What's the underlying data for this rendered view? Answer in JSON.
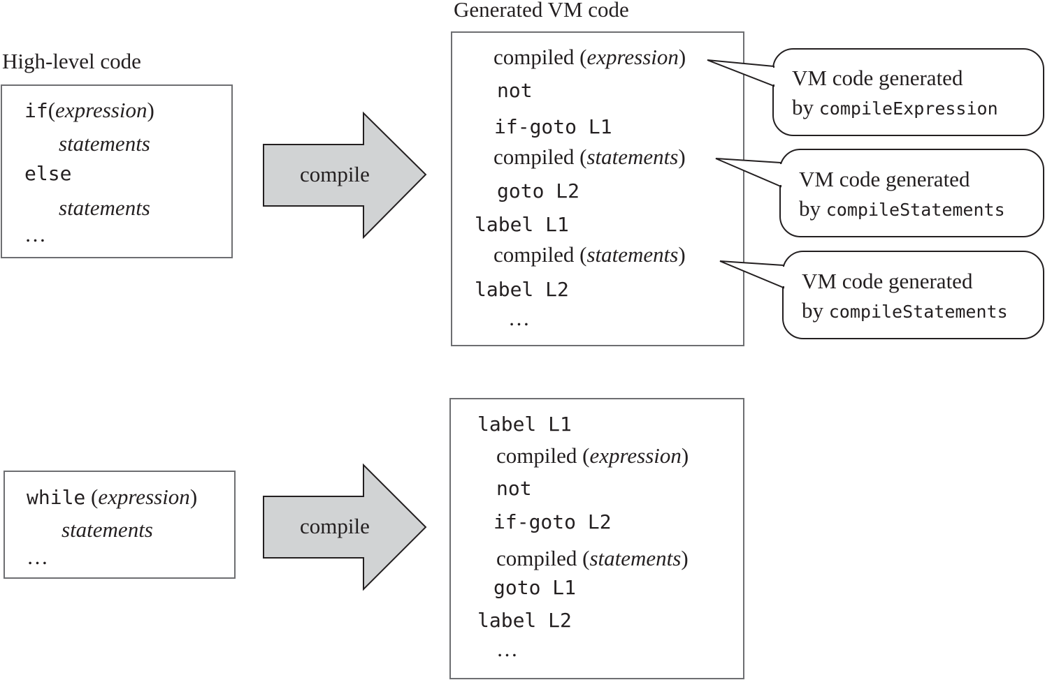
{
  "titles": {
    "high_level": "High-level code",
    "generated": "Generated VM code"
  },
  "if_example": {
    "source": {
      "kw_if": "if",
      "paren_open": "(",
      "expression": "expression",
      "paren_close": ")",
      "statements1": "statements",
      "kw_else": "else",
      "statements2": "statements",
      "ellipsis": "…"
    },
    "arrow_label": "compile",
    "vm": {
      "compiled_word": "compiled",
      "paren_open": "(",
      "paren_close": ")",
      "expression": "expression",
      "statements": "statements",
      "not": "not",
      "if_goto": "if-goto L1",
      "goto": "goto L2",
      "label1": "label L1",
      "label2": "label L2",
      "ellipsis": "…"
    },
    "callouts": [
      {
        "line1": "VM code generated",
        "by": "by",
        "func": "compileExpression"
      },
      {
        "line1": "VM code generated",
        "by": "by",
        "func": "compileStatements"
      },
      {
        "line1": "VM code generated",
        "by": "by",
        "func": "compileStatements"
      }
    ]
  },
  "while_example": {
    "source": {
      "kw_while": "while",
      "paren_open": "(",
      "expression": "expression",
      "paren_close": ")",
      "statements": "statements",
      "ellipsis": "…"
    },
    "arrow_label": "compile",
    "vm": {
      "label1": "label L1",
      "compiled_word": "compiled",
      "paren_open": "(",
      "paren_close": ")",
      "expression": "expression",
      "not": "not",
      "if_goto": "if-goto L2",
      "statements": "statements",
      "goto": "goto L1",
      "label2": "label L2",
      "ellipsis": "…"
    }
  },
  "colors": {
    "arrow_fill": "#d1d3d4",
    "box_border": "#6d6e71",
    "text": "#231f20"
  }
}
